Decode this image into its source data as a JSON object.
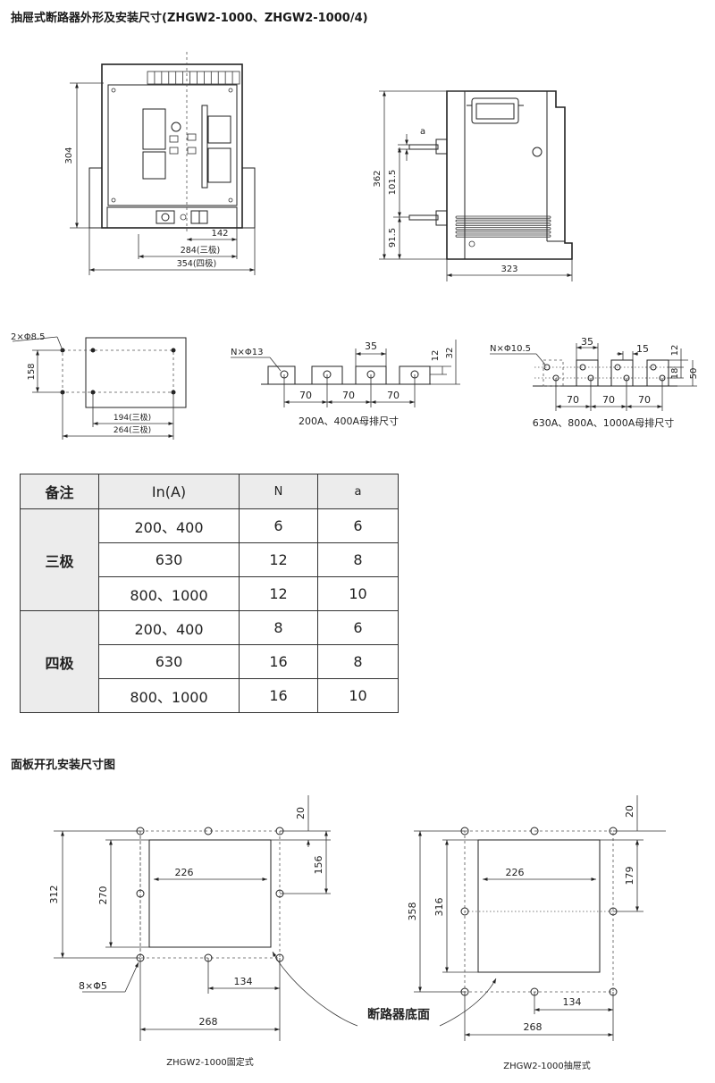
{
  "titles": {
    "main": "抽屉式断路器外形及安装尺寸(ZHGW2-1000、ZHGW2-1000/4)",
    "panel": "面板开孔安装尺寸图"
  },
  "front_view": {
    "height": "304",
    "d142": "142",
    "d284": "284(三极)",
    "d354": "354(四极)"
  },
  "side_view": {
    "h362": "362",
    "a": "a",
    "h1015": "101.5",
    "h915": "91.5",
    "w323": "323"
  },
  "mount_hole": {
    "holes": "2×Φ8.5",
    "h158": "158",
    "d194": "194(三极)",
    "d264": "264(三极)"
  },
  "busbar_small": {
    "holes": "N×Φ13",
    "w35": "35",
    "h12": "12",
    "h32": "32",
    "p1": "70",
    "p2": "70",
    "p3": "70",
    "caption": "200A、400A母排尺寸"
  },
  "busbar_large": {
    "holes": "N×Φ10.5",
    "w35": "35",
    "w15": "15",
    "h12": "12",
    "h18": "18",
    "h50": "50",
    "p1": "70",
    "p2": "70",
    "p3": "70",
    "caption": "630A、800A、1000A母排尺寸"
  },
  "table": {
    "headers": [
      "备注",
      "In(A)",
      "N",
      "a"
    ],
    "groups": [
      {
        "label": "三极",
        "rows": [
          {
            "in": "200、400",
            "n": "6",
            "a": "6"
          },
          {
            "in": "630",
            "n": "12",
            "a": "8"
          },
          {
            "in": "800、1000",
            "n": "12",
            "a": "10"
          }
        ]
      },
      {
        "label": "四极",
        "rows": [
          {
            "in": "200、400",
            "n": "8",
            "a": "6"
          },
          {
            "in": "630",
            "n": "16",
            "a": "8"
          },
          {
            "in": "800、1000",
            "n": "16",
            "a": "10"
          }
        ]
      }
    ]
  },
  "cutout_fixed": {
    "d20": "20",
    "d156": "156",
    "d312": "312",
    "d270": "270",
    "d226": "226",
    "d134": "134",
    "d268": "268",
    "holes": "8×Φ5",
    "caption": "ZHGW2-1000固定式"
  },
  "cutout_drawer": {
    "d20": "20",
    "d179": "179",
    "d358": "358",
    "d316": "316",
    "d226": "226",
    "d134": "134",
    "d268": "268",
    "caption": "ZHGW2-1000抽屉式"
  },
  "callout": "断路器底面"
}
